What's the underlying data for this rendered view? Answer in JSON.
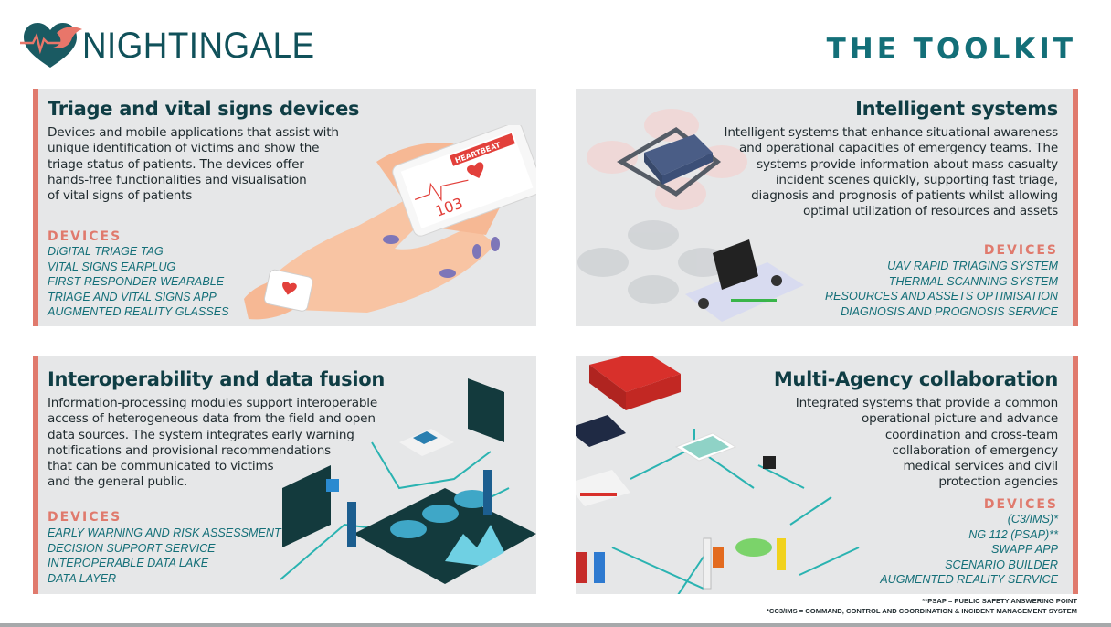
{
  "brand": {
    "name": "NIGHTINGALE",
    "icon": "heart-bird-logo"
  },
  "header": {
    "title": "THE TOOLKIT"
  },
  "colors": {
    "teal": "#136f78",
    "dark_teal": "#0f3d44",
    "coral": "#e07a6d",
    "panel_bg": "#e6e7e8"
  },
  "panels": [
    {
      "title": "Triage and vital signs devices",
      "description": "Devices and mobile applications that assist with\nunique identification of victims and show the\ntriage status of patients. The devices offer\nhands-free functionalities and visualisation\nof vital signs of patients",
      "devices_label": "DEVICES",
      "devices": [
        "DIGITAL TRIAGE TAG",
        "VITAL SIGNS EARPLUG",
        "FIRST RESPONDER WEARABLE",
        "TRIAGE AND VITAL SIGNS APP",
        "AUGMENTED REALITY GLASSES"
      ],
      "illustration": {
        "phone_banner": "HEARTBEAT",
        "phone_reading": "103"
      }
    },
    {
      "title": "Intelligent systems",
      "description": "Intelligent systems that enhance situational awareness\nand operational capacities of emergency teams. The\nsystems provide information about mass casualty\nincident scenes quickly, supporting fast triage,\ndiagnosis and prognosis of patients whilst allowing\noptimal utilization of resources and assets",
      "devices_label": "DEVICES",
      "devices": [
        "UAV RAPID TRIAGING SYSTEM",
        "THERMAL SCANNING SYSTEM",
        "RESOURCES AND ASSETS OPTIMISATION",
        "DIAGNOSIS AND PROGNOSIS SERVICE"
      ]
    },
    {
      "title": "Interoperability and data fusion",
      "description": "Information-processing modules support interoperable\naccess of heterogeneous data from the field and open\ndata sources. The system integrates early warning\nnotifications and provisional recommendations\nthat can be communicated to victims\nand the general public.",
      "devices_label": "DEVICES",
      "devices": [
        "EARLY WARNING AND RISK ASSESSMENT",
        "DECISION SUPPORT SERVICE",
        "INTEROPERABLE DATA LAKE",
        "DATA LAYER"
      ]
    },
    {
      "title": "Multi-Agency collaboration",
      "description": "Integrated systems that provide a common\noperational picture and advance\ncoordination and cross-team\ncollaboration of emergency\nmedical services and civil\nprotection agencies",
      "devices_label": "DEVICES",
      "devices": [
        "(C3/IMS)*",
        "NG 112 (PSAP)**",
        "SWAPP APP",
        "SCENARIO BUILDER",
        "AUGMENTED REALITY SERVICE"
      ]
    }
  ],
  "footnotes": [
    "**PSAP = PUBLIC SAFETY ANSWERING POINT",
    "*CC3/IMS = COMMAND, CONTROL AND COORDINATION & INCIDENT MANAGEMENT SYSTEM"
  ]
}
